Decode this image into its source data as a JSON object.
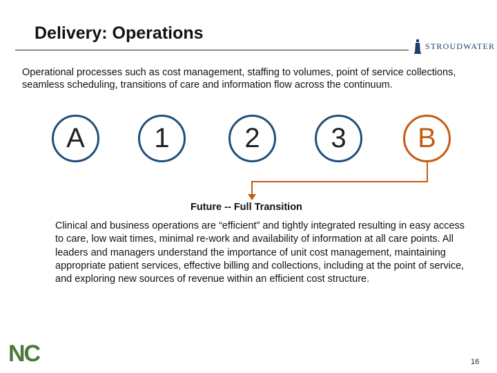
{
  "slide": {
    "title": "Delivery:  Operations",
    "logo_text": "STROUDWATER",
    "intro": "Operational processes such as cost management, staffing to volumes, point of service collections, seamless scheduling, transitions of care and information flow across the continuum.",
    "stages": [
      "A",
      "1",
      "2",
      "3",
      "B"
    ],
    "future_title": "Future -- Full Transition",
    "future_body": "Clinical and business operations are “efficient” and tightly integrated resulting in easy access to care, low wait times, minimal re-work and availability of information at all care points.  All leaders and managers understand the importance of unit cost management, maintaining appropriate patient services, effective billing and collections, including at the point of service, and exploring new sources of revenue within an efficient cost structure.",
    "nc_logo_text": "NC",
    "page_number": "16"
  },
  "colors": {
    "stage_border": "#1f4e79",
    "current_stage": "#c55a11",
    "arrow": "#c55a11"
  }
}
